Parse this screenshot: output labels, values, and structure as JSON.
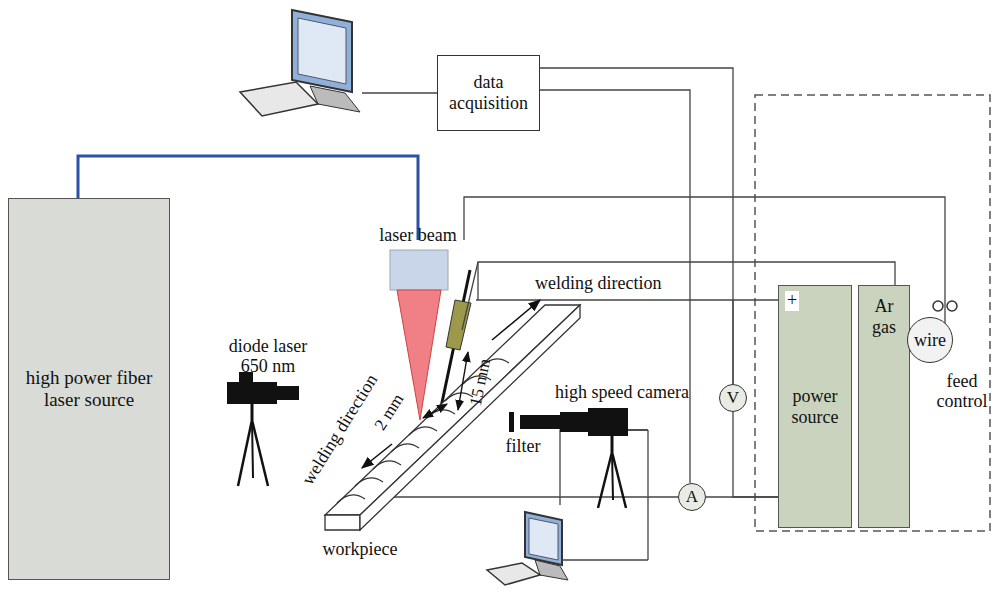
{
  "diagram": {
    "nodes": [
      {
        "text": [
          "data acquisition"
        ]
      },
      {
        "text": [
          "high power fiber laser source"
        ]
      },
      {
        "text": [
          "power source"
        ]
      },
      {
        "text": [
          "Ar gas"
        ]
      },
      {
        "text": [
          "wire"
        ]
      },
      {
        "text": [
          "V"
        ]
      },
      {
        "text": [
          "A"
        ]
      }
    ],
    "edges": [
      {
        "from": 0,
        "to": 5,
        "arrow": "none"
      },
      {
        "from": 0,
        "to": 6,
        "arrow": "none"
      },
      {
        "from": 6,
        "to": 2,
        "arrow": "none"
      },
      {
        "from": 5,
        "to": 2,
        "arrow": "none"
      }
    ],
    "labels": [
      "laser beam",
      "welding direction",
      "diode laser 650 nm",
      "welding direction",
      "2 mm",
      "15 mm",
      "high speed camera",
      "filter",
      "feed control",
      "workpiece",
      "+"
    ]
  }
}
